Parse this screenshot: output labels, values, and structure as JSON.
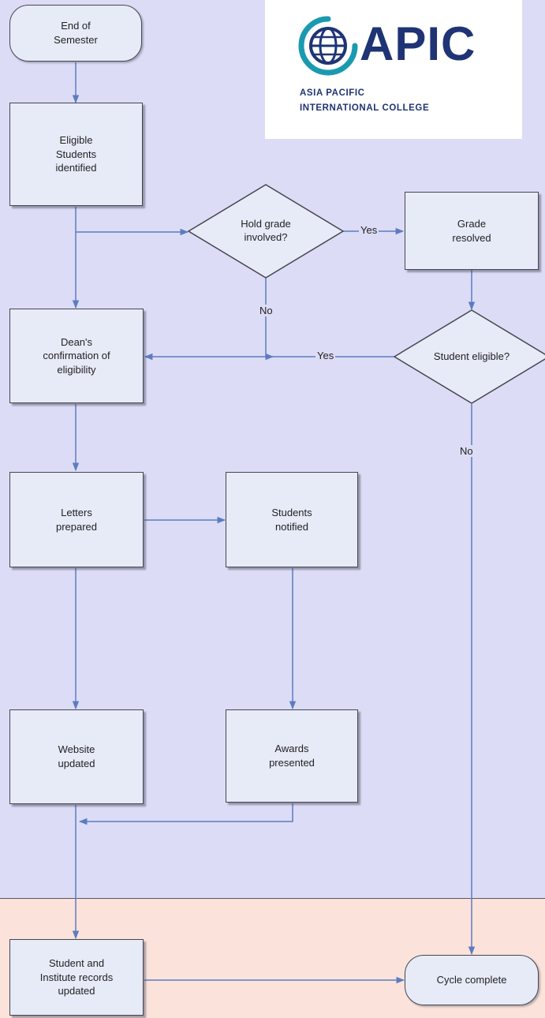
{
  "colors": {
    "lane_top": "#dcdcf6",
    "lane_bottom": "#fbe3db",
    "node_fill": "#e7ebf8",
    "node_stroke": "#46464e",
    "edge": "#5b7cc1",
    "logo_navy": "#1f3474",
    "logo_teal": "#1a9ab0"
  },
  "logo": {
    "name": "APIC",
    "line1": "ASIA PACIFIC",
    "line2": "INTERNATIONAL COLLEGE"
  },
  "nodes": {
    "end_of_semester": "End of\nSemester",
    "eligible_students": "Eligible\nStudents\nidentified",
    "hold_grade": "Hold grade\ninvolved?",
    "grade_resolved": "Grade\nresolved",
    "deans_confirmation": "Dean's\nconfirmation of\neligibility",
    "student_eligible": "Student eligible?",
    "letters_prepared": "Letters\nprepared",
    "students_notified": "Students\nnotified",
    "website_updated": "Website\nupdated",
    "awards_presented": "Awards\npresented",
    "records_updated": "Student and\nInstitute records\nupdated",
    "cycle_complete": "Cycle complete"
  },
  "edge_labels": {
    "hold_yes": "Yes",
    "hold_no": "No",
    "eligible_yes": "Yes",
    "eligible_no": "No"
  }
}
